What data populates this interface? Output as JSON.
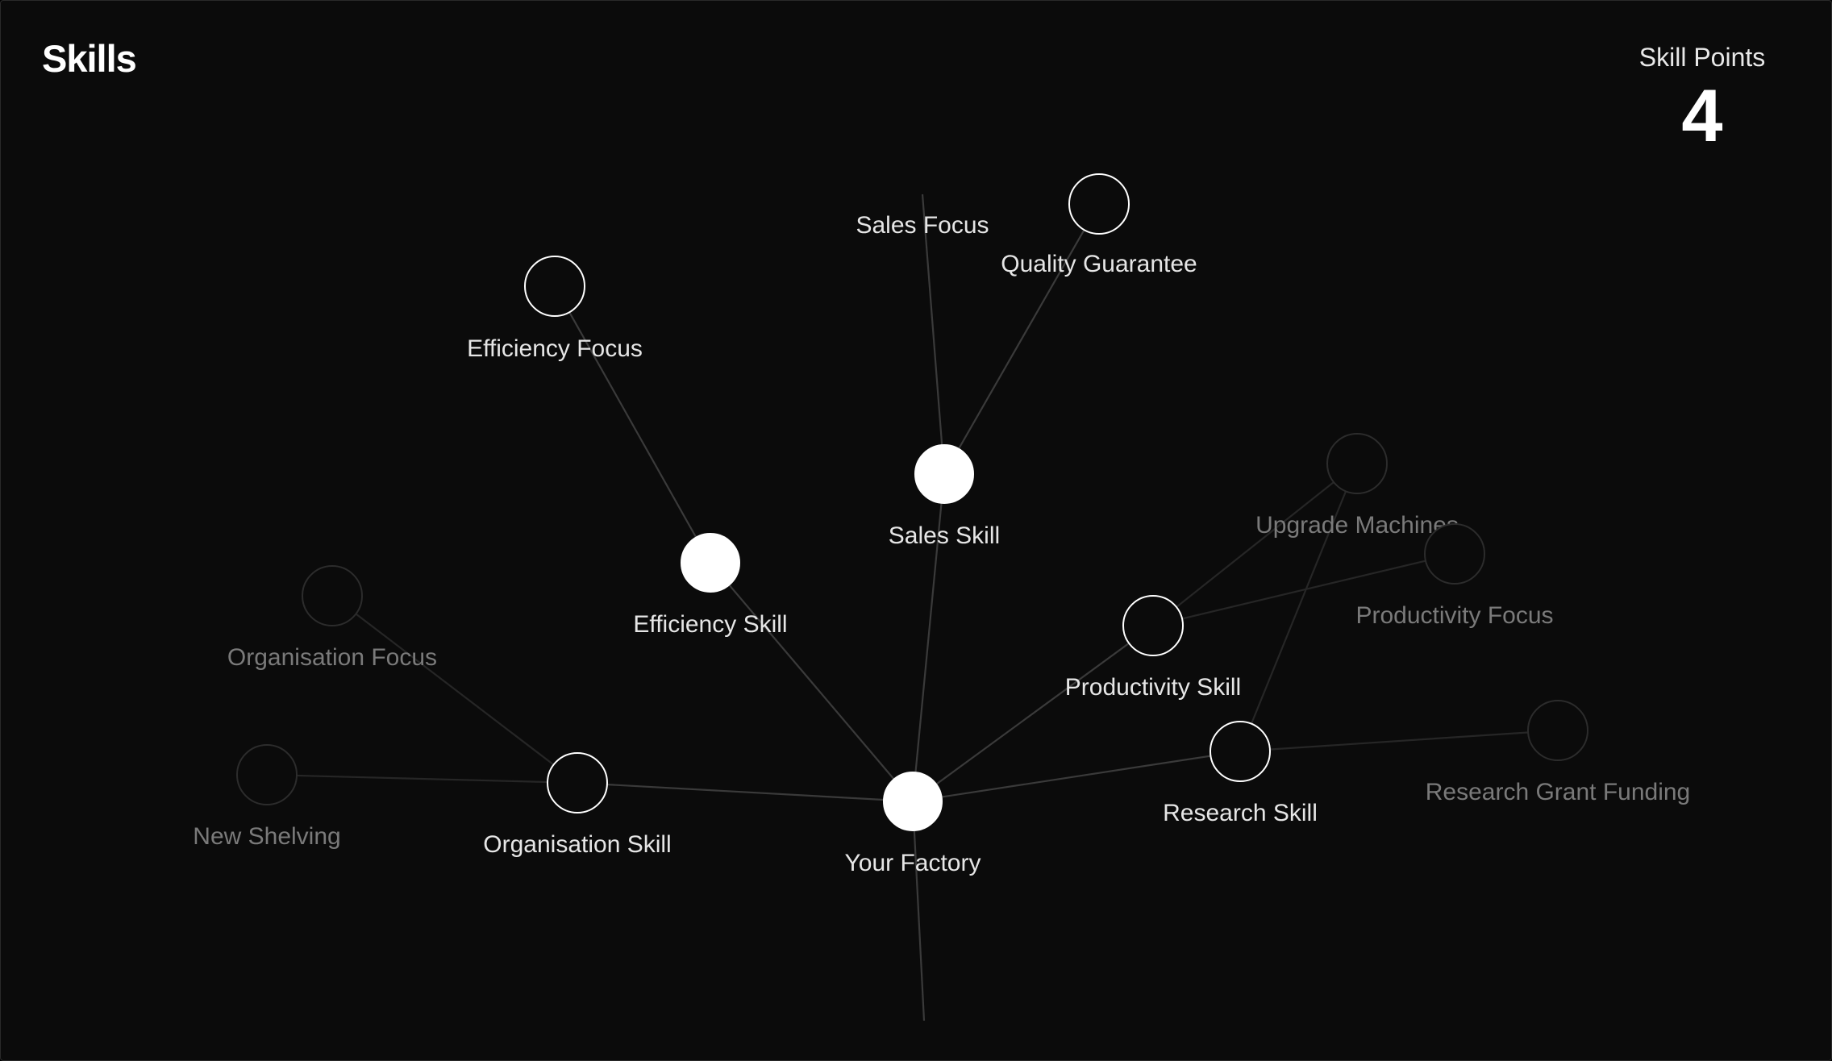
{
  "header": {
    "title": "Skills",
    "skill_points_label": "Skill Points",
    "skill_points_value": "4"
  },
  "colors": {
    "background": "#0b0b0b",
    "unlocked_fill": "#ffffff",
    "available_stroke": "#ffffff",
    "locked_stroke": "#2c2c2c",
    "label_bright": "#e6e6e6",
    "label_dim": "#7a7a7a"
  },
  "skills": [
    {
      "id": "your-factory",
      "label": "Your Factory",
      "state": "unlocked"
    },
    {
      "id": "efficiency-skill",
      "label": "Efficiency Skill",
      "state": "unlocked"
    },
    {
      "id": "efficiency-focus",
      "label": "Efficiency Focus",
      "state": "available"
    },
    {
      "id": "sales-skill",
      "label": "Sales Skill",
      "state": "unlocked"
    },
    {
      "id": "sales-focus",
      "label": "Sales Focus",
      "state": "available"
    },
    {
      "id": "quality-guarantee",
      "label": "Quality Guarantee",
      "state": "available"
    },
    {
      "id": "organisation-skill",
      "label": "Organisation Skill",
      "state": "available"
    },
    {
      "id": "organisation-focus",
      "label": "Organisation Focus",
      "state": "locked"
    },
    {
      "id": "new-shelving",
      "label": "New Shelving",
      "state": "locked"
    },
    {
      "id": "productivity-skill",
      "label": "Productivity Skill",
      "state": "available"
    },
    {
      "id": "upgrade-machines",
      "label": "Upgrade Machines",
      "state": "locked"
    },
    {
      "id": "productivity-focus",
      "label": "Productivity Focus",
      "state": "locked"
    },
    {
      "id": "research-skill",
      "label": "Research Skill",
      "state": "available"
    },
    {
      "id": "research-grant-funding",
      "label": "Research Grant Funding",
      "state": "locked"
    }
  ],
  "connections": [
    [
      "your-factory",
      "efficiency-skill"
    ],
    [
      "efficiency-skill",
      "efficiency-focus"
    ],
    [
      "your-factory",
      "sales-skill"
    ],
    [
      "sales-skill",
      "sales-focus"
    ],
    [
      "sales-skill",
      "quality-guarantee"
    ],
    [
      "your-factory",
      "organisation-skill"
    ],
    [
      "organisation-skill",
      "organisation-focus"
    ],
    [
      "organisation-skill",
      "new-shelving"
    ],
    [
      "your-factory",
      "productivity-skill"
    ],
    [
      "productivity-skill",
      "upgrade-machines"
    ],
    [
      "productivity-skill",
      "productivity-focus"
    ],
    [
      "your-factory",
      "research-skill"
    ],
    [
      "research-skill",
      "upgrade-machines"
    ],
    [
      "research-skill",
      "research-grant-funding"
    ]
  ]
}
